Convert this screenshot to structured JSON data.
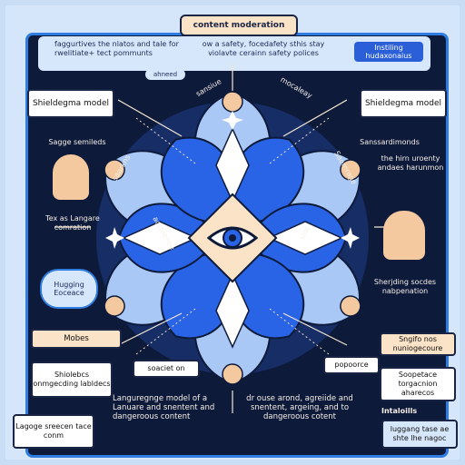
{
  "title": "content moderation",
  "banner": {
    "left_text": "faggurtives the nlatos and tale for rwelitiate+ tect pommunts",
    "center_text": "ow a safety, focedafety sthis stay violavte cerainn safety polices",
    "button_text": "Instiling hudaxonaius",
    "pill_text": "ahneed"
  },
  "models": {
    "left_label": "Shieldegma model",
    "right_label": "Shieldegma model"
  },
  "left_panel": {
    "samples_text": "Sagge semileds",
    "tex_text": "Tex as Langare comration",
    "hugging_text": "Hugging Eoceace",
    "mobes_text": "Mobes",
    "shiolebcs_text": "Shiolebcs onmgecding labldecs",
    "lagoge_text": "Lagoge sreecen tace conm"
  },
  "right_panel": {
    "standard_text": "Sanssardimonds",
    "hirn_text": "the hirn uroenty andaes harunmon",
    "sherjding_text": "Sherjding socdes nabpenation",
    "sngifo_text": "Sngifo nos nuniogecoure",
    "soopetace_text": "Soopetace torgacnion aharecos",
    "intaloills_text": "Intaloills",
    "luggang_text": "luggang tase ae shte lhe nagoc"
  },
  "bottom": {
    "left_text": "Languregnge model of a Lanuare and snentent and dangeroous content",
    "center_text": "dr ouse arond, agreiide and snentent, argeing, and to dangeroous cotent",
    "soaciet_text": "soaciet on",
    "popoorce_text": "popoorce"
  },
  "wheel": {
    "labels": [
      "sansiue",
      "mocaleay",
      "saarkns",
      "Saomrage",
      "acchienoe",
      "sinc"
    ]
  },
  "colors": {
    "frame_bg": "#0e1a3a",
    "frame_border": "#2f7de0",
    "petal_blue": "#2a64e6",
    "petal_light": "#a9c8f5",
    "peach": "#f5c9a0",
    "cream": "#fbe3c7"
  }
}
